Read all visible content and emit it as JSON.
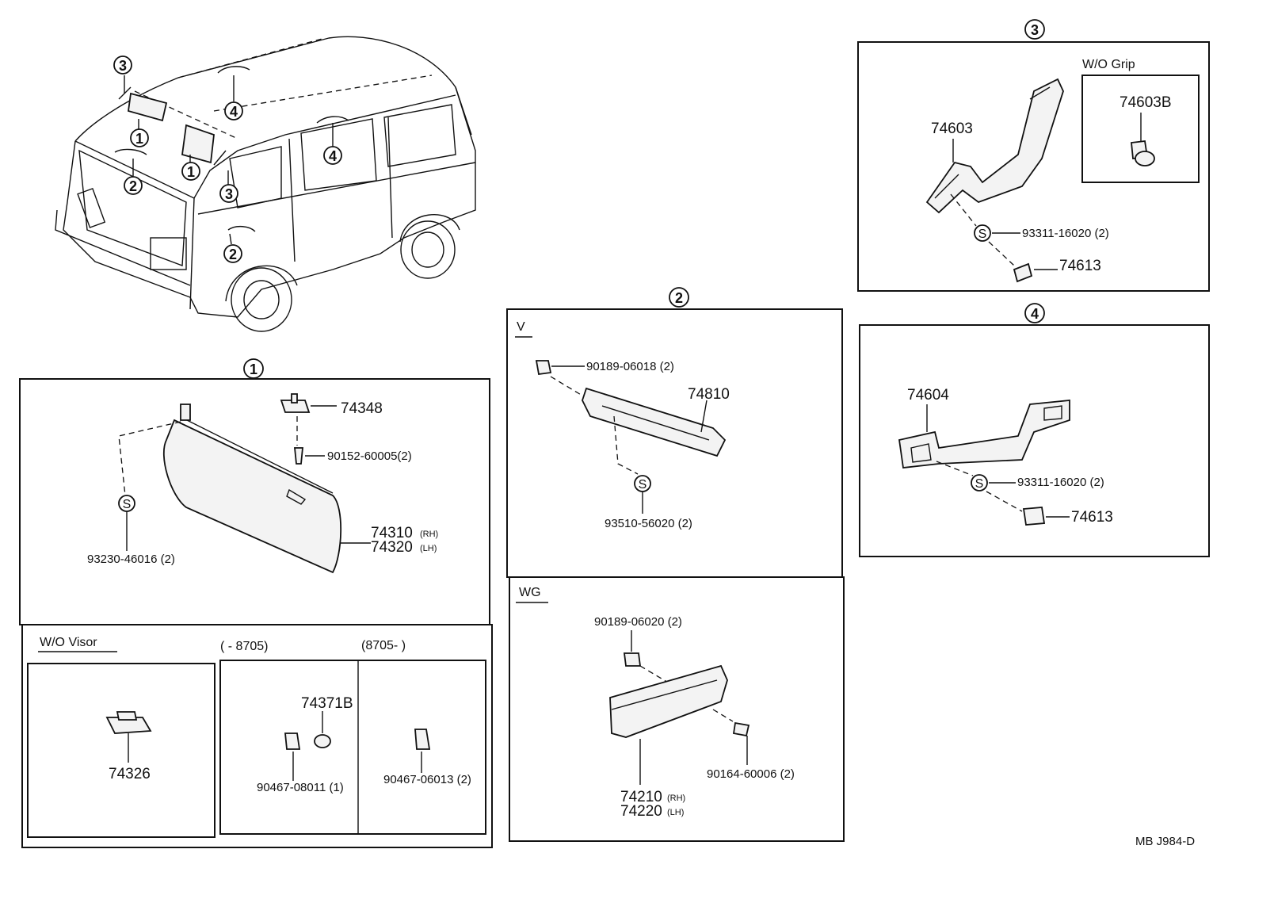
{
  "vehicle": {
    "callouts": [
      "3",
      "1",
      "2",
      "1",
      "3",
      "4",
      "4",
      "2"
    ]
  },
  "section1": {
    "marker": "1",
    "parts": {
      "p74348": "74348",
      "p90152": "90152-60005(2)",
      "p93230": "93230-46016 (2)",
      "p74310": "74310",
      "p74310_side": "(RH)",
      "p74320": "74320",
      "p74320_side": "(LH)",
      "s_symbol": "S"
    },
    "wo_visor": {
      "heading": "W/O  Visor",
      "range_a": "(      - 8705)",
      "range_b": "(8705-          )",
      "p74326": "74326",
      "p74371b": "74371B",
      "p90467_08011": "90467-08011 (1)",
      "p90467_06013": "90467-06013 (2)"
    }
  },
  "section2": {
    "marker": "2",
    "v": {
      "heading": "V",
      "p90189_06018": "90189-06018 (2)",
      "p74810": "74810",
      "p93510": "93510-56020 (2)",
      "s_symbol": "S"
    },
    "wg": {
      "heading": "WG",
      "p90189_06020": "90189-06020 (2)",
      "p90164": "90164-60006 (2)",
      "p74210": "74210",
      "p74210_side": "(RH)",
      "p74220": "74220",
      "p74220_side": "(LH)"
    }
  },
  "section3": {
    "marker": "3",
    "wo_grip": "W/O Grip",
    "p74603": "74603",
    "p74603b": "74603B",
    "p93311": "93311-16020 (2)",
    "p74613": "74613",
    "s_symbol": "S"
  },
  "section4": {
    "marker": "4",
    "p74604": "74604",
    "p93311": "93311-16020 (2)",
    "p74613": "74613",
    "s_symbol": "S"
  },
  "footer": {
    "code": "MB  J984-D"
  }
}
